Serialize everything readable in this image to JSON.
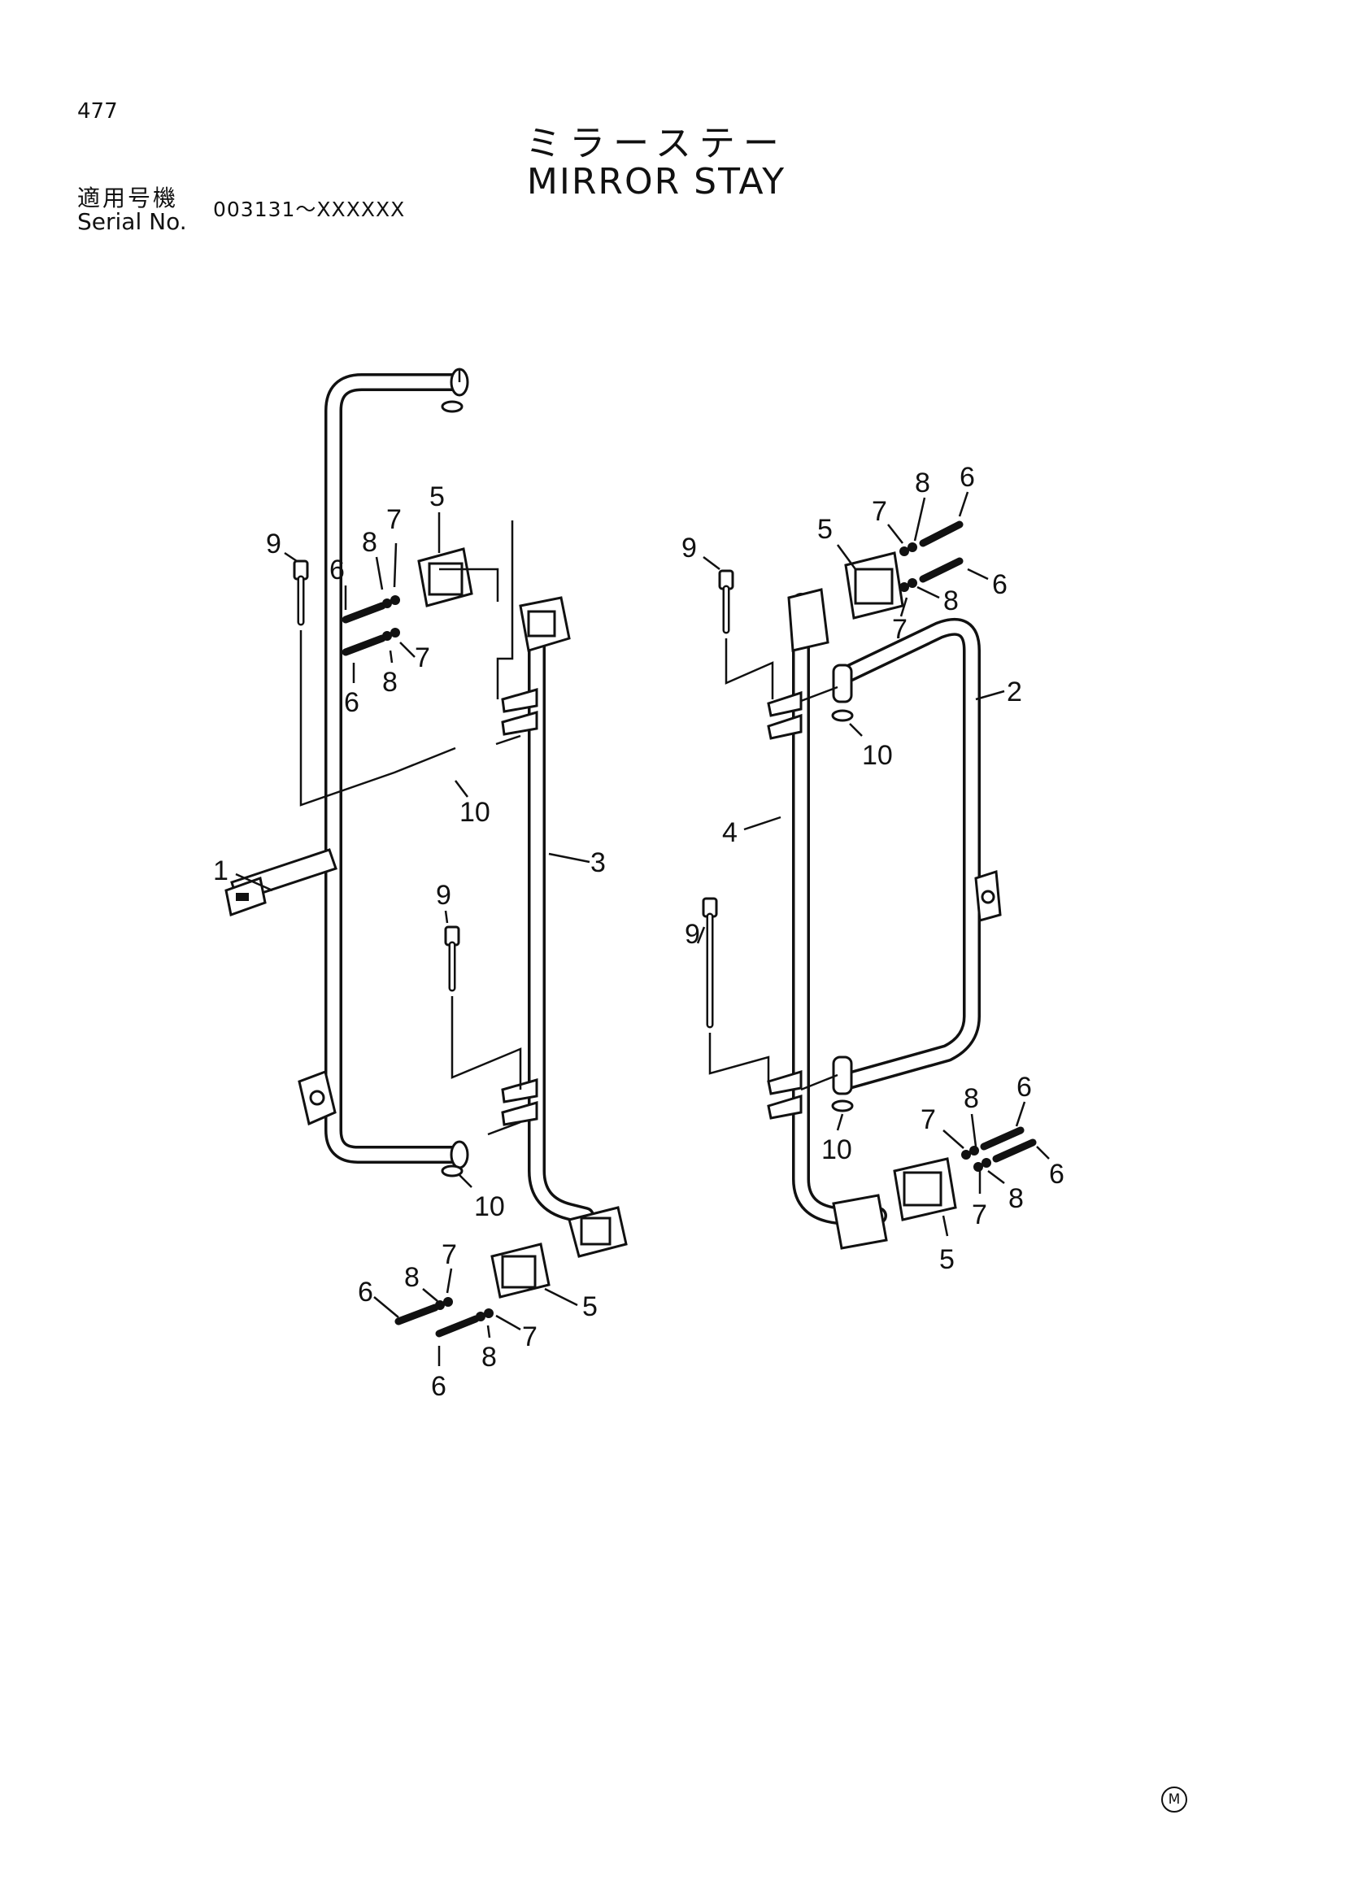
{
  "page": {
    "number": "477",
    "title_jp": "ミラーステー",
    "title_en": "MIRROR STAY",
    "serial_label_jp": "適用号機",
    "serial_label_en": "Serial No.",
    "serial_range": "003131～XXXXXX",
    "corner_mark": "M"
  },
  "callouts": {
    "c1": "1",
    "c2": "2",
    "c3": "3",
    "c4": "4",
    "l5a": "5",
    "l5b": "5",
    "r5a": "5",
    "r5b": "5",
    "l6a": "6",
    "l6b": "6",
    "l6c": "6",
    "l6d": "6",
    "r6a": "6",
    "r6b": "6",
    "r6c": "6",
    "r6d": "6",
    "l7a": "7",
    "l7b": "7",
    "l7c": "7",
    "l7d": "7",
    "r7a": "7",
    "r7b": "7",
    "r7c": "7",
    "r7d": "7",
    "l8a": "8",
    "l8b": "8",
    "l8c": "8",
    "l8d": "8",
    "r8a": "8",
    "r8b": "8",
    "r8c": "8",
    "r8d": "8",
    "l9a": "9",
    "l9b": "9",
    "r9a": "9",
    "r9b": "9",
    "l10a": "10",
    "l10b": "10",
    "r10a": "10",
    "r10b": "10"
  }
}
